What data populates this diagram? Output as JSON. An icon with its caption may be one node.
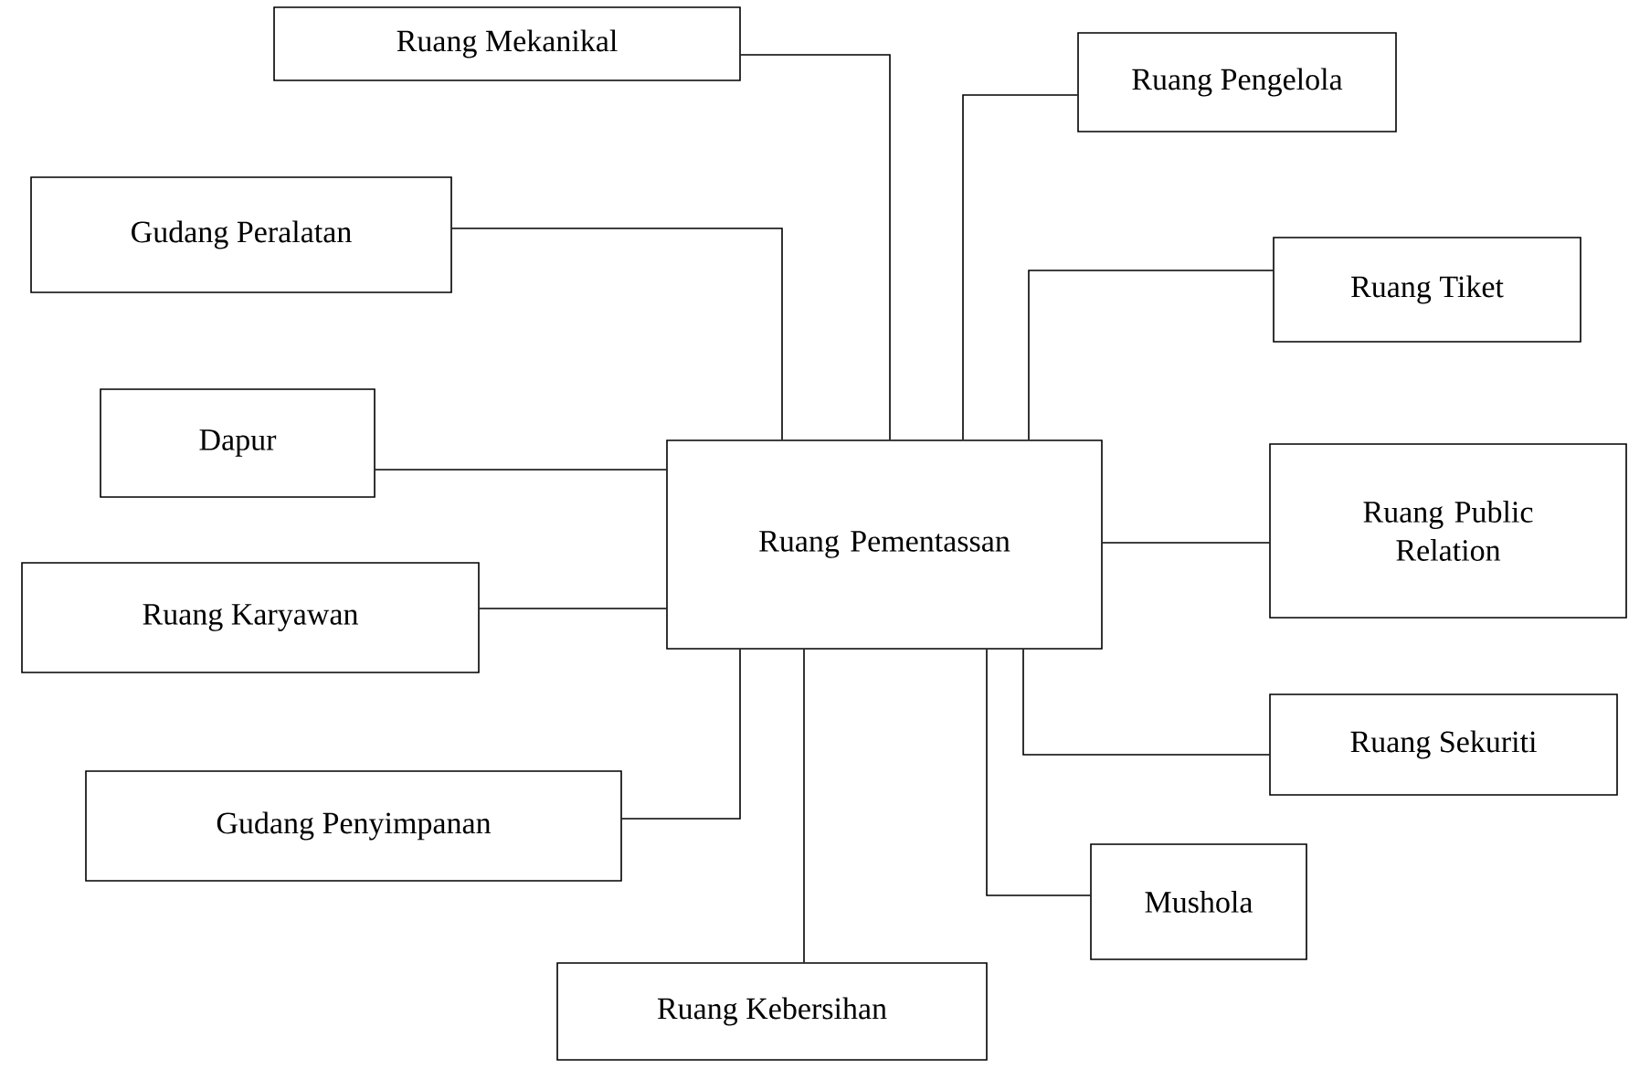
{
  "diagram": {
    "nodes": [
      {
        "text": [
          "Ruang Pementassan"
        ]
      },
      {
        "text": [
          "Ruang Mekanikal"
        ]
      },
      {
        "text": [
          "Ruang Pengelola"
        ]
      },
      {
        "text": [
          "Gudang Peralatan"
        ]
      },
      {
        "text": [
          "Ruang Tiket"
        ]
      },
      {
        "text": [
          "Dapur"
        ]
      },
      {
        "text": [
          "Ruang Public Relation"
        ]
      },
      {
        "text": [
          "Ruang Karyawan"
        ]
      },
      {
        "text": [
          "Ruang Sekuriti"
        ]
      },
      {
        "text": [
          "Gudang Penyimpanan"
        ]
      },
      {
        "text": [
          "Mushola"
        ]
      },
      {
        "text": [
          "Ruang Kebersihan"
        ]
      }
    ],
    "edges": [
      {
        "from": 0,
        "to": 1,
        "arrow": "none"
      },
      {
        "from": 0,
        "to": 2,
        "arrow": "none"
      },
      {
        "from": 0,
        "to": 3,
        "arrow": "none"
      },
      {
        "from": 0,
        "to": 4,
        "arrow": "none"
      },
      {
        "from": 0,
        "to": 5,
        "arrow": "none"
      },
      {
        "from": 0,
        "to": 6,
        "arrow": "none"
      },
      {
        "from": 0,
        "to": 7,
        "arrow": "none"
      },
      {
        "from": 0,
        "to": 8,
        "arrow": "none"
      },
      {
        "from": 0,
        "to": 9,
        "arrow": "none"
      },
      {
        "from": 0,
        "to": 10,
        "arrow": "none"
      },
      {
        "from": 0,
        "to": 11,
        "arrow": "none"
      }
    ]
  }
}
